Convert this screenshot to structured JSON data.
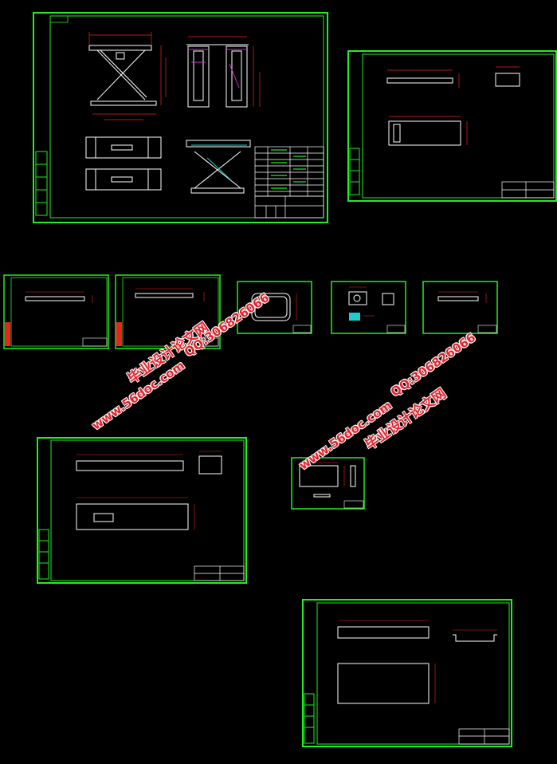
{
  "colors": {
    "background": "#000000",
    "frame": "#22ee22",
    "geometry": "#ffffff",
    "dimension": "#ee2222",
    "accent_magenta": "#cc33cc",
    "accent_cyan": "#22cccc",
    "watermark": "#e8202a"
  },
  "watermarks": [
    {
      "text": "毕业设计论文网",
      "kind": "a"
    },
    {
      "text": "www.56doc.com",
      "kind": "b"
    },
    {
      "text": "QQ:306826066",
      "kind": "b"
    },
    {
      "text": "www.56doc.com",
      "kind": "b"
    },
    {
      "text": "QQ:306826066",
      "kind": "b"
    },
    {
      "text": "毕业设计论文网",
      "kind": "a"
    }
  ]
}
